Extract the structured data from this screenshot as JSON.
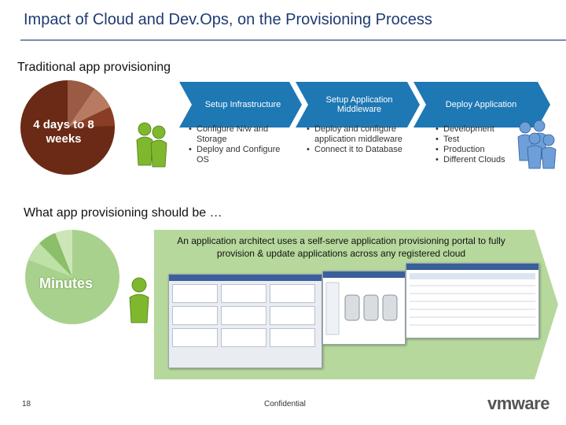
{
  "slide": {
    "title": "Impact of Cloud and Dev.Ops, on the Provisioning Process"
  },
  "traditional": {
    "heading": "Traditional app provisioning",
    "pie_label": "4 days to 8 weeks",
    "steps": [
      {
        "label": "Setup Infrastructure",
        "bullets": [
          "Configure N/w and Storage",
          "Deploy and Configure OS"
        ]
      },
      {
        "label": "Setup Application Middleware",
        "bullets": [
          "Deploy and configure application middleware",
          "Connect it to Database"
        ]
      },
      {
        "label": "Deploy Application",
        "bullets": [
          "Development",
          "Test",
          "Production",
          "Different Clouds"
        ]
      }
    ]
  },
  "future": {
    "heading": "What app provisioning should be …",
    "pie_label": "Minutes",
    "description": "An application architect uses a self-serve application provisioning portal to fully provision & update applications across any registered cloud"
  },
  "footer": {
    "page_number": "18",
    "confidential": "Confidential",
    "logo": "vmware"
  },
  "colors": {
    "title": "#1f3b73",
    "chevron": "#1e78b4",
    "pie_traditional": "#6b2a16",
    "pie_future": "#a9d18e",
    "arrow_band": "#b6d89c",
    "person": "#7fb82e"
  }
}
